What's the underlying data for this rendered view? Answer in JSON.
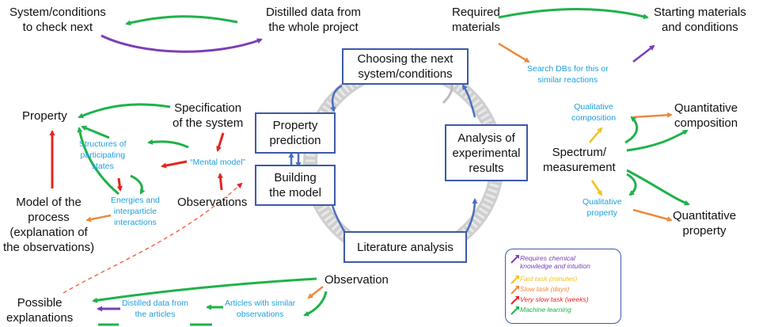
{
  "colors": {
    "green": "#1fb24a",
    "purple": "#7b3fb5",
    "orange": "#ef8a3a",
    "yellow": "#f2c21a",
    "red": "#e52421",
    "cyan": "#1ea0dc",
    "box_border": "#3d5aa8"
  },
  "texts": {
    "system_check": "System/conditions\nto check next",
    "distilled_project": "Distilled data from\nthe whole project",
    "required_materials": "Required\nmaterials",
    "starting_materials": "Starting materials\nand conditions",
    "search_dbs": "Search DBs for this or\nsimilar reactions",
    "property": "Property",
    "specification": "Specification\nof the system",
    "structures": "Structures of\nparticipating\nstates",
    "mental_model": "“Mental model”",
    "energies": "Energies and\ninterparticle\ninteractions",
    "model_process": "Model of the\nprocess\n(explanation of\nthe observations)",
    "observations": "Observations",
    "qual_composition": "Qualitative\ncomposition",
    "quant_composition": "Quantitative\ncomposition",
    "spectrum": "Spectrum/\nmeasurement",
    "qual_property": "Qualitative\nproperty",
    "quant_property": "Quantitative\nproperty",
    "observation": "Observation",
    "possible_explanations": "Possible\nexplanations",
    "distilled_articles": "Distilled data from\nthe articles",
    "articles_similar": "Articles with similar\nobservations"
  },
  "boxes": {
    "choosing_next": "Choosing the next\nsystem/conditions",
    "property_prediction": "Property\nprediction",
    "building_model": "Building\nthe model",
    "analysis_results": "Analysis of\nexperimental\nresults",
    "literature_analysis": "Literature analysis"
  },
  "legend": [
    {
      "label": "Requires chemical\nknowledge and intuition",
      "color": "#7b3fb5"
    },
    {
      "label": "Fast task (minutes)",
      "color": "#f2c21a"
    },
    {
      "label": "Slow task (days)",
      "color": "#ef8a3a"
    },
    {
      "label": "Very slow task (weeks)",
      "color": "#e52421"
    },
    {
      "label": "Machine learning",
      "color": "#1fb24a"
    }
  ]
}
